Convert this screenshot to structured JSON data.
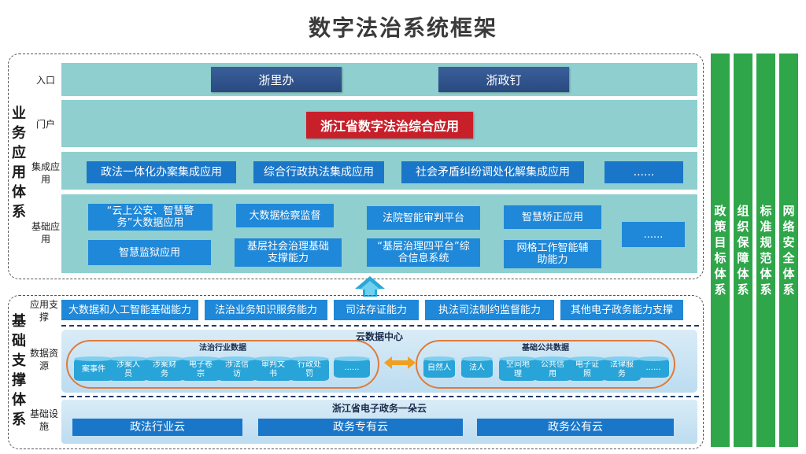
{
  "title": "数字法治系统框架",
  "business_section": {
    "label": "业务应用体系",
    "rows": {
      "entry": {
        "label": "入口",
        "items": [
          "浙里办",
          "浙政钉"
        ]
      },
      "portal": {
        "label": "门户",
        "item": "浙江省数字法治综合应用"
      },
      "integrated": {
        "label": "集成应用",
        "items": [
          "政法一体化办案集成应用",
          "综合行政执法集成应用",
          "社会矛盾纠纷调处化解集成应用",
          "......"
        ]
      },
      "basic": {
        "label": "基础应用",
        "items": [
          "“云上公安、智慧警务”大数据应用",
          "大数据检察监督",
          "法院智能审判平台",
          "智慧矫正应用",
          "智慧监狱应用",
          "基层社会治理基础支撑能力",
          "“基层治理四平台”综合信息系统",
          "网格工作智能辅助能力",
          "......"
        ]
      }
    }
  },
  "support_section": {
    "label": "基础支撑体系",
    "app_support": {
      "label": "应用支撑",
      "items": [
        "大数据和人工智能基础能力",
        "法治业务知识服务能力",
        "司法存证能力",
        "执法司法制约监督能力",
        "其他电子政务能力支撑"
      ]
    },
    "data_resources": {
      "label": "数据资源",
      "center": "云数据中心",
      "legal": {
        "title": "法治行业数据",
        "items": [
          "案事件",
          "涉案人员",
          "涉案财务",
          "电子卷宗",
          "涉法信访",
          "审判文书",
          "行政处罚",
          "......"
        ]
      },
      "public": {
        "title": "基础公共数据",
        "items": [
          "自然人",
          "法人",
          "空间地理",
          "公共信用",
          "电子证照",
          "法律服务",
          "......"
        ]
      }
    },
    "infrastructure": {
      "label": "基础设施",
      "cloud": "浙江省电子政务一朵云",
      "items": [
        "政法行业云",
        "政务专有云",
        "政务公有云"
      ]
    }
  },
  "right_columns": [
    "政策目标体系",
    "组织保障体系",
    "标准规范体系",
    "网络安全体系"
  ],
  "colors": {
    "teal": "#8fcfcf",
    "navy": "#2f5590",
    "red": "#c8202a",
    "blue": "#1a76c8",
    "green": "#2fa64a",
    "orange": "#e07b3a"
  }
}
